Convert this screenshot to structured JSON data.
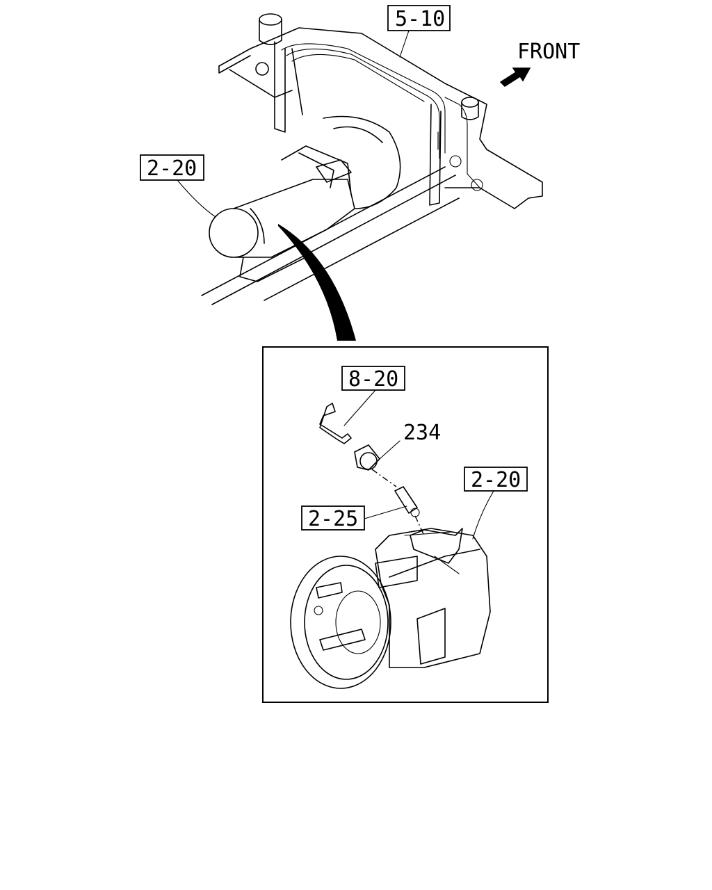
{
  "orientation": {
    "label": "FRONT",
    "arrow_icon": "front-arrow-icon"
  },
  "callouts": {
    "brake_lines": "5-10",
    "transmission_overview": "2-20",
    "harness": "8-20",
    "switch_part": "234",
    "shift_part": "2-25",
    "transmission_detail": "2-20"
  },
  "colors": {
    "line": "#000000",
    "background": "#ffffff"
  }
}
